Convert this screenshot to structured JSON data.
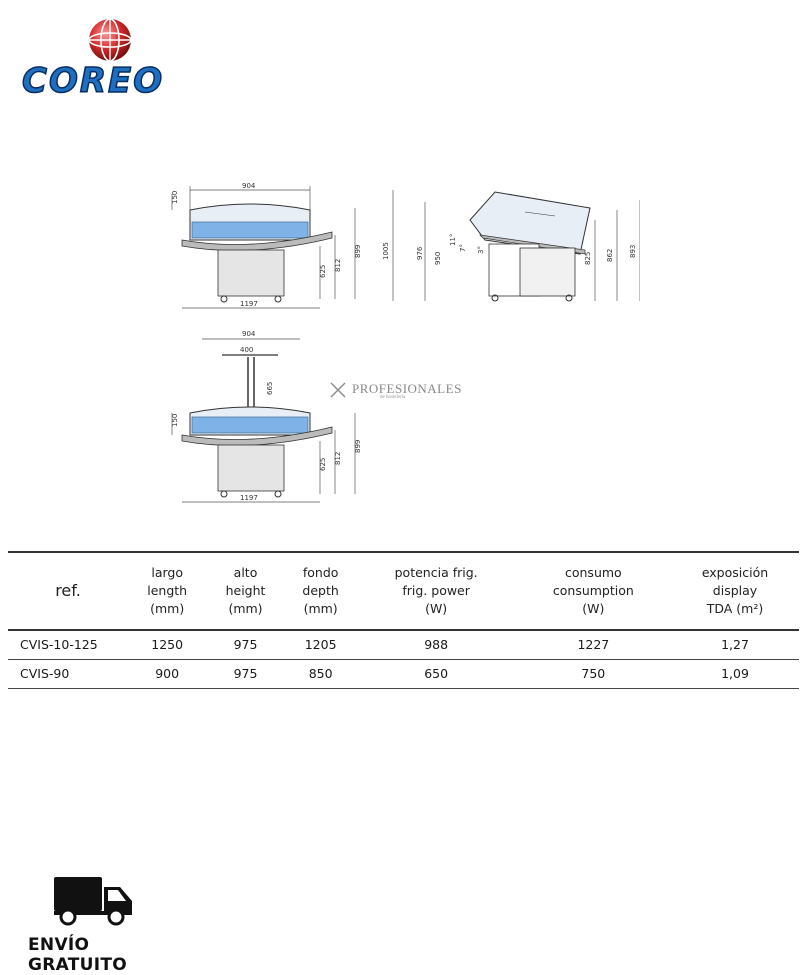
{
  "logo": {
    "text": "COREO",
    "icon": "globe-icon"
  },
  "drawings": {
    "front_view": {
      "width": "904",
      "top_height": "150",
      "height_a": "625",
      "height_b": "812",
      "height_c": "899",
      "base_width": "1197"
    },
    "side_view": {
      "h1": "1005",
      "h2": "976",
      "h3": "950",
      "a1": "11°",
      "a2": "7°",
      "a3": "3°",
      "h4": "825",
      "h5": "862",
      "h6": "893"
    },
    "front_view_canopy": {
      "width": "904",
      "sign_width": "400",
      "post_height": "665",
      "top_height": "150",
      "height_a": "625",
      "height_b": "812",
      "height_c": "899",
      "base_width": "1197"
    }
  },
  "watermark": {
    "text": "PROFESIONALES",
    "sub": "de hostelería"
  },
  "table": {
    "headers": [
      {
        "lines": [
          "ref."
        ]
      },
      {
        "lines": [
          "largo",
          "length",
          "(mm)"
        ]
      },
      {
        "lines": [
          "alto",
          "height",
          "(mm)"
        ]
      },
      {
        "lines": [
          "fondo",
          "depth",
          "(mm)"
        ]
      },
      {
        "lines": [
          "potencia frig.",
          "frig. power",
          "(W)"
        ]
      },
      {
        "lines": [
          "consumo",
          "consumption",
          "(W)"
        ]
      },
      {
        "lines": [
          "exposición",
          "display",
          "TDA (m²)"
        ]
      }
    ],
    "rows": [
      [
        "CVIS-10-125",
        "1250",
        "975",
        "1205",
        "988",
        "1227",
        "1,27"
      ],
      [
        "CVIS-90",
        "900",
        "975",
        "850",
        "650",
        "750",
        "1,09"
      ]
    ]
  },
  "shipping": {
    "label": "ENVÍO GRATUITO",
    "icon": "truck-icon"
  },
  "colors": {
    "brand_blue": "#1d6fc0",
    "brand_red": "#d42b2b",
    "display_blue": "#7fb2e6"
  }
}
